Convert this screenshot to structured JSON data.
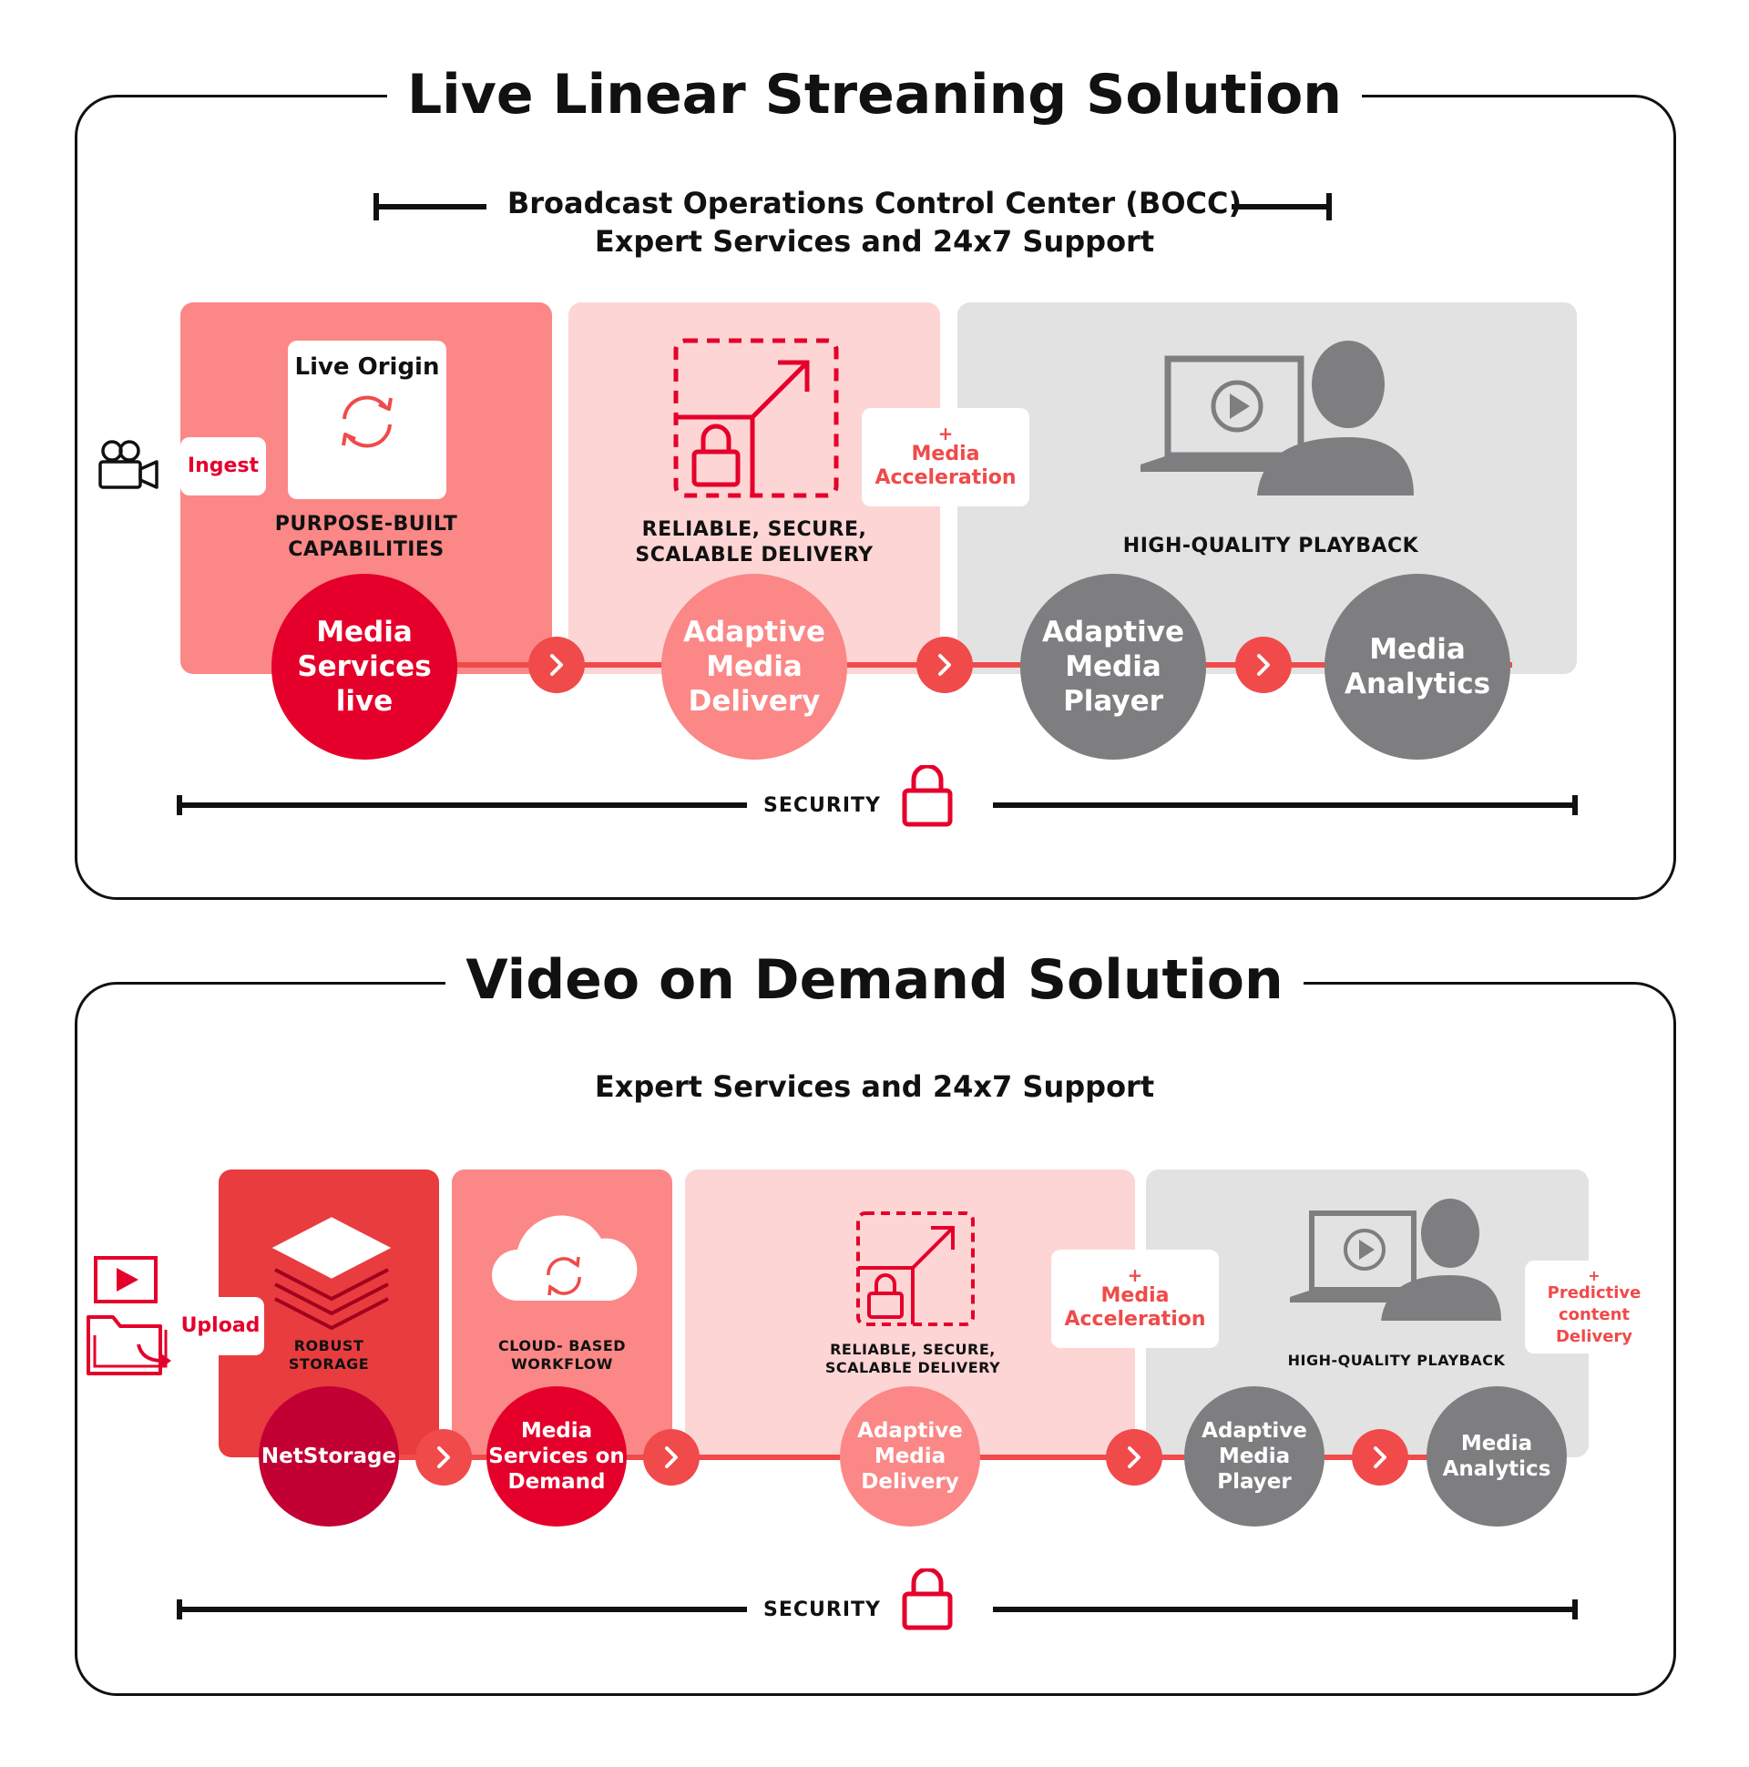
{
  "colors": {
    "dark_red": "#e5002b",
    "crimson": "#c20034",
    "red": "#e83c3f",
    "salmon": "#fb8787",
    "pink": "#fdd5d5",
    "gray_panel": "#e2e2e2",
    "gray_circle": "#7e7e80",
    "flow_red": "#f04a4a"
  },
  "live": {
    "title": "Live Linear Streaning Solution",
    "subtitle_line1": "Broadcast Operations Control Center (BOCC)",
    "subtitle_line2": "Expert Services and 24x7 Support",
    "ingest_label": "Ingest",
    "live_origin_label": "Live Origin",
    "purpose_line1": "PURPOSE-BUILT",
    "purpose_line2": "CAPABILITIES",
    "delivery_caption_line1": "RELIABLE, SECURE,",
    "delivery_caption_line2": "SCALABLE DELIVERY",
    "accel_plus": "+",
    "accel_line1": "Media",
    "accel_line2": "Acceleration",
    "playback_caption": "HIGH-QUALITY PLAYBACK",
    "circles": {
      "media_services": [
        "Media",
        "Services",
        "live"
      ],
      "adaptive_delivery": [
        "Adaptive",
        "Media",
        "Delivery"
      ],
      "adaptive_player": [
        "Adaptive",
        "Media",
        "Player"
      ],
      "analytics": [
        "Media",
        "Analytics"
      ]
    },
    "security_label": "SECURITY"
  },
  "vod": {
    "title": "Video on Demand Solution",
    "subtitle": "Expert Services and 24x7 Support",
    "upload_label": "Upload",
    "storage_line1": "ROBUST",
    "storage_line2": "STORAGE",
    "cloud_line1": "CLOUD- BASED",
    "cloud_line2": "WORKFLOW",
    "delivery_caption_line1": "RELIABLE, SECURE,",
    "delivery_caption_line2": "SCALABLE DELIVERY",
    "accel_plus": "+",
    "accel_line1": "Media",
    "accel_line2": "Acceleration",
    "playback_caption": "HIGH-QUALITY PLAYBACK",
    "predictive_plus": "+",
    "predictive_line1": "Predictive",
    "predictive_line2": "content",
    "predictive_line3": "Delivery",
    "circles": {
      "netstorage": [
        "NetStorage"
      ],
      "media_services": [
        "Media",
        "Services on",
        "Demand"
      ],
      "adaptive_delivery": [
        "Adaptive",
        "Media",
        "Delivery"
      ],
      "adaptive_player": [
        "Adaptive",
        "Media",
        "Player"
      ],
      "analytics": [
        "Media",
        "Analytics"
      ]
    },
    "security_label": "SECURITY"
  }
}
